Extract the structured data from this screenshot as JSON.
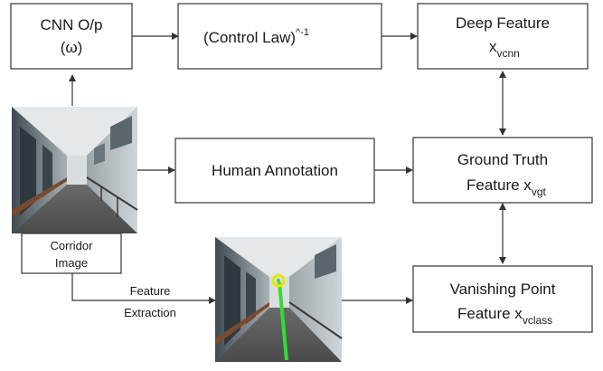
{
  "nodes": {
    "cnn_output": {
      "line1": "CNN O/p",
      "line2": "(ω)"
    },
    "control_law": {
      "main": "(Control Law)",
      "sup": "^-1"
    },
    "deep_feature": {
      "line1": "Deep Feature",
      "var": "x",
      "sub": "vcnn"
    },
    "human_annotation": {
      "label": "Human Annotation"
    },
    "ground_truth": {
      "line1": "Ground Truth",
      "line2": "Feature x",
      "sub": "vgt"
    },
    "corridor_image": {
      "line1": "Corridor",
      "line2": "Image"
    },
    "vanishing_point": {
      "line1": "Vanishing Point",
      "line2": "Feature x",
      "sub": "vclass"
    },
    "feature_extraction": {
      "line1": "Feature",
      "line2": "Extraction"
    }
  },
  "colors": {
    "vanishing_line": "#33dd33",
    "vanishing_point_marker": "#e8e800"
  }
}
